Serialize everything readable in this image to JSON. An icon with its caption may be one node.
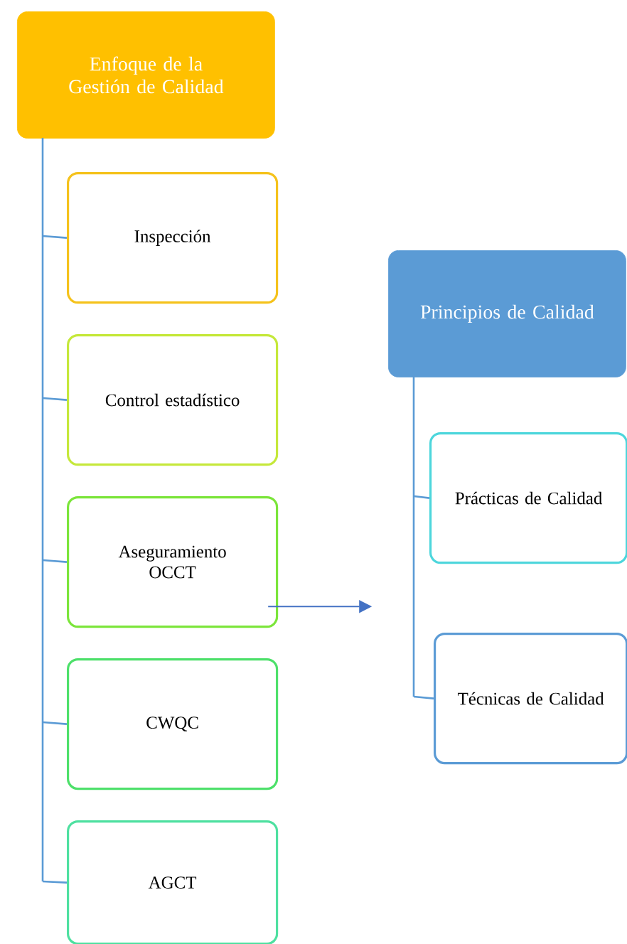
{
  "diagram": {
    "nodes": [
      {
        "text": [
          "Enfoque de la Gestión de Calidad"
        ]
      },
      {
        "text": [
          "Inspección"
        ]
      },
      {
        "text": [
          "Control estadístico"
        ]
      },
      {
        "text": [
          "Aseguramiento OCCT"
        ]
      },
      {
        "text": [
          "CWQC"
        ]
      },
      {
        "text": [
          "AGCT"
        ]
      },
      {
        "text": [
          "Principios de Calidad"
        ]
      },
      {
        "text": [
          "Prácticas de Calidad"
        ]
      },
      {
        "text": [
          "Técnicas de Calidad"
        ]
      }
    ],
    "edges": [
      {
        "from": 0,
        "to": 1,
        "arrow": "none"
      },
      {
        "from": 0,
        "to": 2,
        "arrow": "none"
      },
      {
        "from": 0,
        "to": 3,
        "arrow": "none"
      },
      {
        "from": 0,
        "to": 4,
        "arrow": "none"
      },
      {
        "from": 0,
        "to": 5,
        "arrow": "none"
      },
      {
        "from": 6,
        "to": 7,
        "arrow": "none"
      },
      {
        "from": 6,
        "to": 8,
        "arrow": "none"
      },
      {
        "from": 3,
        "to": null,
        "arrow": "to",
        "color": "#4472c4"
      }
    ]
  }
}
